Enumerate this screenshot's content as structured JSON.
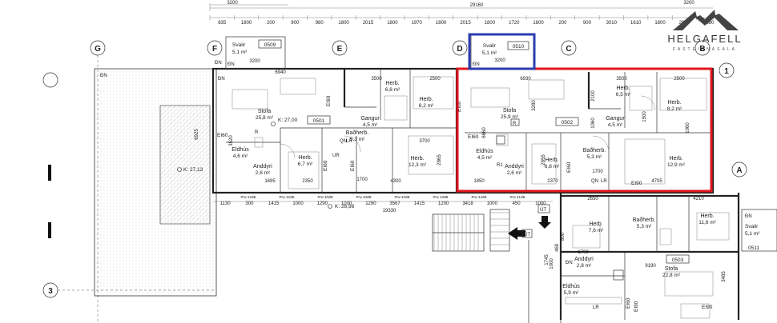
{
  "logo": {
    "title": "HELGAFELL",
    "subtitle": "FASTEIGNASALA"
  },
  "top_dims": {
    "total": "29160",
    "row1": [
      "3200",
      "3200"
    ],
    "row2": [
      "835",
      "1800",
      "200",
      "900",
      "980",
      "1800",
      "2015",
      "1800",
      "1970",
      "1800",
      "2015",
      "1800",
      "1720",
      "1800",
      "200",
      "900",
      "3010",
      "1610",
      "1800",
      "2070",
      "1080"
    ]
  },
  "grid_cols": [
    "G",
    "F",
    "E",
    "D",
    "C",
    "B"
  ],
  "grid_rows": [
    "1",
    "A",
    "3"
  ],
  "balconies": [
    {
      "label": "Svalir",
      "area": "5,1 m²",
      "code": "0509",
      "dim": "3200"
    },
    {
      "label": "Svalir",
      "area": "5,1 m²",
      "code": "0510",
      "dim": "3200"
    },
    {
      "label": "Svalir",
      "area": "5,1 m²",
      "code": "0511"
    }
  ],
  "units": {
    "u0501": {
      "code": "0501",
      "k": "K: 27,00",
      "stofa": {
        "name": "Stofa",
        "area": "25,8 m²"
      },
      "gangur": {
        "name": "Gangur",
        "area": "4,5 m²"
      },
      "herb1": {
        "name": "Herb.",
        "area": "6,8 m²"
      },
      "herb2": {
        "name": "Herb.",
        "area": "8,2 m²"
      },
      "herb3": {
        "name": "Herb.",
        "area": "6,7 m²"
      },
      "herb4": {
        "name": "Herb.",
        "area": "12,3 m²"
      },
      "eldhus": {
        "name": "Eldhús",
        "area": "4,6 m²"
      },
      "anddyri": {
        "name": "Anddyri",
        "area": "2,6 m²"
      },
      "badherb": {
        "name": "Baðherb.",
        "area": "5,3 m²"
      },
      "dims": [
        "6940",
        "3500",
        "2500",
        "6925",
        "3700",
        "2350",
        "4300",
        "2865",
        "1700",
        "3520",
        "1695"
      ]
    },
    "u0502": {
      "code": "0502",
      "stofa": {
        "name": "Stofa",
        "area": "25,9 m²"
      },
      "gangur": {
        "name": "Gangur",
        "area": "4,5 m²"
      },
      "herb1": {
        "name": "Herb.",
        "area": "6,5 m²"
      },
      "herb2": {
        "name": "Herb.",
        "area": "8,2 m²"
      },
      "herb3": {
        "name": "Herb.",
        "area": "6,8 m²"
      },
      "herb4": {
        "name": "Herb.",
        "area": "12,9 m²"
      },
      "eldhus": {
        "name": "Eldhús",
        "area": "4,5 m²"
      },
      "anddyri": {
        "name": "Anddyri",
        "area": "2,6 m²"
      },
      "badherb": {
        "name": "Baðherb.",
        "area": "5,3 m²"
      },
      "dims": [
        "6930",
        "3500",
        "2500",
        "3280",
        "6660",
        "1850",
        "2370",
        "2855",
        "4705",
        "1700",
        "2100",
        "1060",
        "1500",
        "1060"
      ]
    },
    "u0503": {
      "code": "0503",
      "stofa": {
        "name": "Stofa",
        "area": "22,8 m²"
      },
      "herb1": {
        "name": "Herb.",
        "area": "7,6 m²"
      },
      "herb2": {
        "name": "Herb.",
        "area": "11,6 m²"
      },
      "badherb": {
        "name": "Baðherb.",
        "area": "5,3 m²"
      },
      "anddyri": {
        "name": "Anddyri",
        "area": "2,8 m²"
      },
      "eldhus": {
        "name": "Eldhús",
        "area": "5,9 m²"
      },
      "dims": [
        "2650",
        "4210",
        "9190",
        "3485",
        "1700",
        "1745"
      ]
    }
  },
  "terrace": {
    "k": "K: 27,13",
    "dim": "6925"
  },
  "corridor": {
    "k": "K: 26,98",
    "total": "19330",
    "dims": [
      "1130",
      "300",
      "1415",
      "1000",
      "1290",
      "1000",
      "1290",
      "3567",
      "1415",
      "1200",
      "3418",
      "1000",
      "450",
      "1000"
    ],
    "rw": [
      "R'w 42dB",
      "R'w 42dB",
      "R'w 40dB",
      "R'w 40dB",
      "R'w 40dB",
      "R'w 43dB",
      "R'w 42dB",
      "R'w 41dB"
    ]
  },
  "fire": [
    "EI60",
    "EI90",
    "EI60",
    "EI60",
    "EI60",
    "EI60",
    "EI60",
    "EI90",
    "EI60",
    "EI90",
    "EI90"
  ],
  "tags": {
    "dn": "ÐN",
    "ut": "ÚT",
    "lr": "LR",
    "qn": "QN",
    "r": "R",
    "r1": "R1",
    "ur": "UR"
  },
  "stair": {
    "dims": [
      "1000",
      "468",
      "800"
    ]
  },
  "highlight": {
    "red": "#e0151d",
    "blue": "#2b3eb0"
  }
}
